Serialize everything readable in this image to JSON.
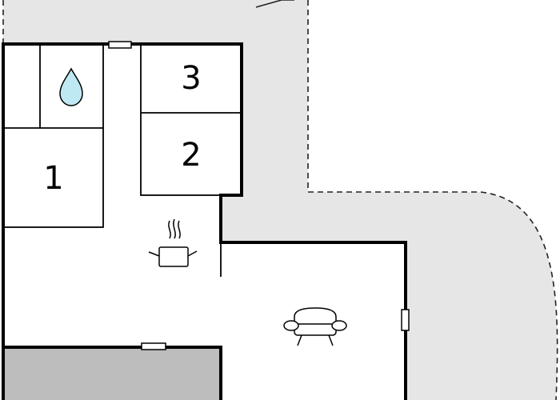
{
  "floorplan": {
    "room_labels": {
      "bedroom_left": "1",
      "bedroom_middle": "2",
      "bedroom_top": "3"
    },
    "icons": {
      "bathroom": "water-drop-icon",
      "kitchen": "cooking-pot-icon",
      "living": "armchair-icon",
      "entrance": "arrow-icon"
    },
    "colors": {
      "terrace": "#e6e6e6",
      "storage": "#bdbdbd",
      "water": "#bfe9f2",
      "wall": "#000000"
    }
  }
}
